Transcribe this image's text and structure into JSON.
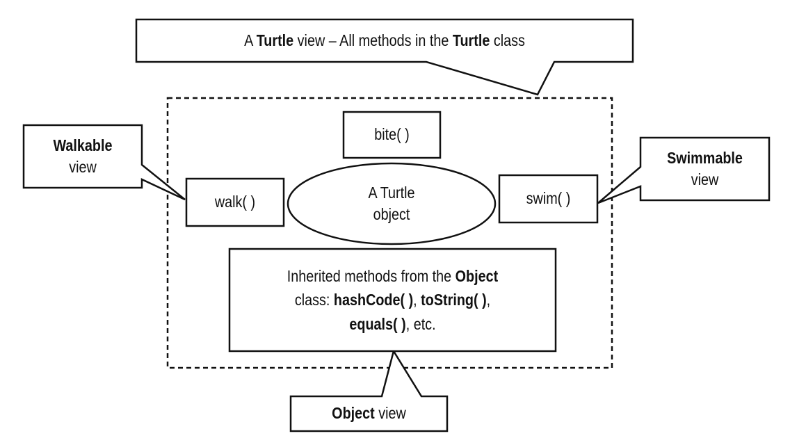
{
  "colors": {
    "stroke": "#111111",
    "background": "#ffffff"
  },
  "turtle_view": {
    "prefix": "A ",
    "bold1": "Turtle",
    "middle": " view – All methods in the ",
    "bold2": "Turtle",
    "suffix": " class"
  },
  "walkable_view": {
    "bold": "Walkable",
    "rest": "view"
  },
  "swimmable_view": {
    "bold": "Swimmable",
    "rest": "view"
  },
  "object_view": {
    "bold": "Object",
    "rest": " view"
  },
  "methods": {
    "bite": "bite( )",
    "walk": "walk( )",
    "swim": "swim( )"
  },
  "turtle_object": {
    "line1": "A Turtle",
    "line2": "object"
  },
  "inherited": {
    "line1_text": "Inherited methods from the ",
    "line1_bold": "Object",
    "line2_text": "class: ",
    "line2_bold1": "hashCode( )",
    "line2_sep": ", ",
    "line2_bold2": "toString( )",
    "line2_end": ",",
    "line3_bold": "equals( )",
    "line3_text": ", etc."
  }
}
